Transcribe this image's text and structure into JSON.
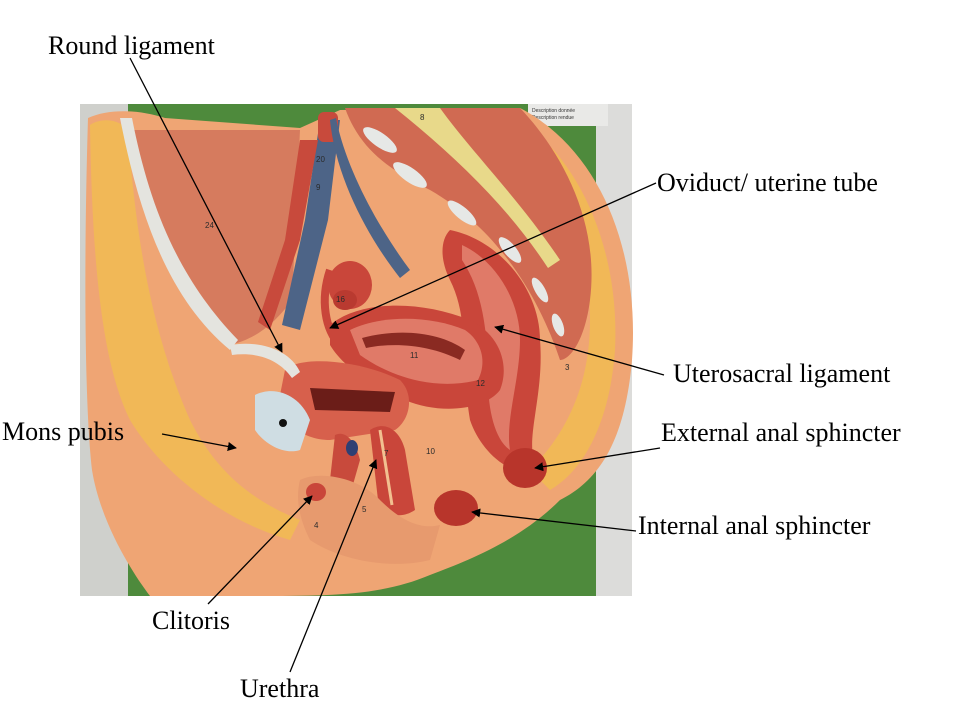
{
  "labels": {
    "round_ligament": "Round ligament",
    "oviduct": "Oviduct/ uterine tube",
    "uterosacral": "Uterosacral ligament",
    "mons_pubis": "Mons pubis",
    "external_anal": "External anal sphincter",
    "internal_anal": "Internal anal sphincter",
    "clitoris": "Clitoris",
    "urethra": "Urethra"
  },
  "model_tag": {
    "line1": "Description donnée",
    "line2": "Description rendue"
  },
  "model_numbers": [
    "24",
    "9",
    "20",
    "11",
    "16",
    "7",
    "4",
    "5",
    "12",
    "10",
    "8",
    "3"
  ],
  "colors": {
    "board_green": "#4e8a3c",
    "skin": "#efa574",
    "fat": "#f1b857",
    "muscle_red": "#c9463a",
    "vein_blue": "#4d6487",
    "ligament_white": "#dfe5e5"
  }
}
